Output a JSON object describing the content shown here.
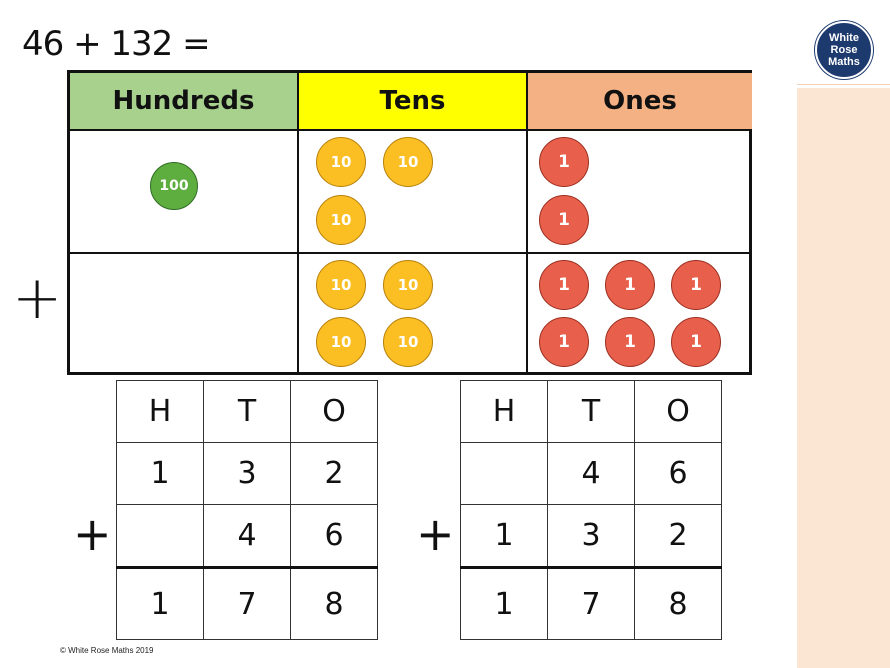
{
  "title": "46 + 132 =",
  "logo": {
    "line1": "White",
    "line2": "Rose",
    "line3": "Maths"
  },
  "place_value_chart": {
    "headers": [
      {
        "label": "Hundreds",
        "color": "#a9d18e"
      },
      {
        "label": "Tens",
        "color": "#ffff00"
      },
      {
        "label": "Ones",
        "color": "#f4b183"
      }
    ],
    "row1": {
      "hundreds": [
        "100"
      ],
      "tens": [
        "10",
        "10",
        "10"
      ],
      "ones": [
        "1",
        "1"
      ]
    },
    "row2": {
      "hundreds": [],
      "tens": [
        "10",
        "10",
        "10",
        "10"
      ],
      "ones": [
        "1",
        "1",
        "1",
        "1",
        "1",
        "1"
      ]
    },
    "row2_symbol": "+"
  },
  "column_left": {
    "headers": [
      "H",
      "T",
      "O"
    ],
    "rows": [
      [
        "1",
        "3",
        "2"
      ],
      [
        "",
        "4",
        "6"
      ]
    ],
    "total": [
      "1",
      "7",
      "8"
    ],
    "symbol": "+"
  },
  "column_right": {
    "headers": [
      "H",
      "T",
      "O"
    ],
    "rows": [
      [
        "",
        "4",
        "6"
      ],
      [
        "1",
        "3",
        "2"
      ]
    ],
    "total": [
      "1",
      "7",
      "8"
    ],
    "symbol": "+"
  },
  "colors": {
    "hundreds_counter": "#5eae3f",
    "tens_counter": "#fbbf24",
    "ones_counter": "#e8604c",
    "side_panel": "#fbe5d3"
  },
  "copyright": "© White Rose Maths 2019"
}
